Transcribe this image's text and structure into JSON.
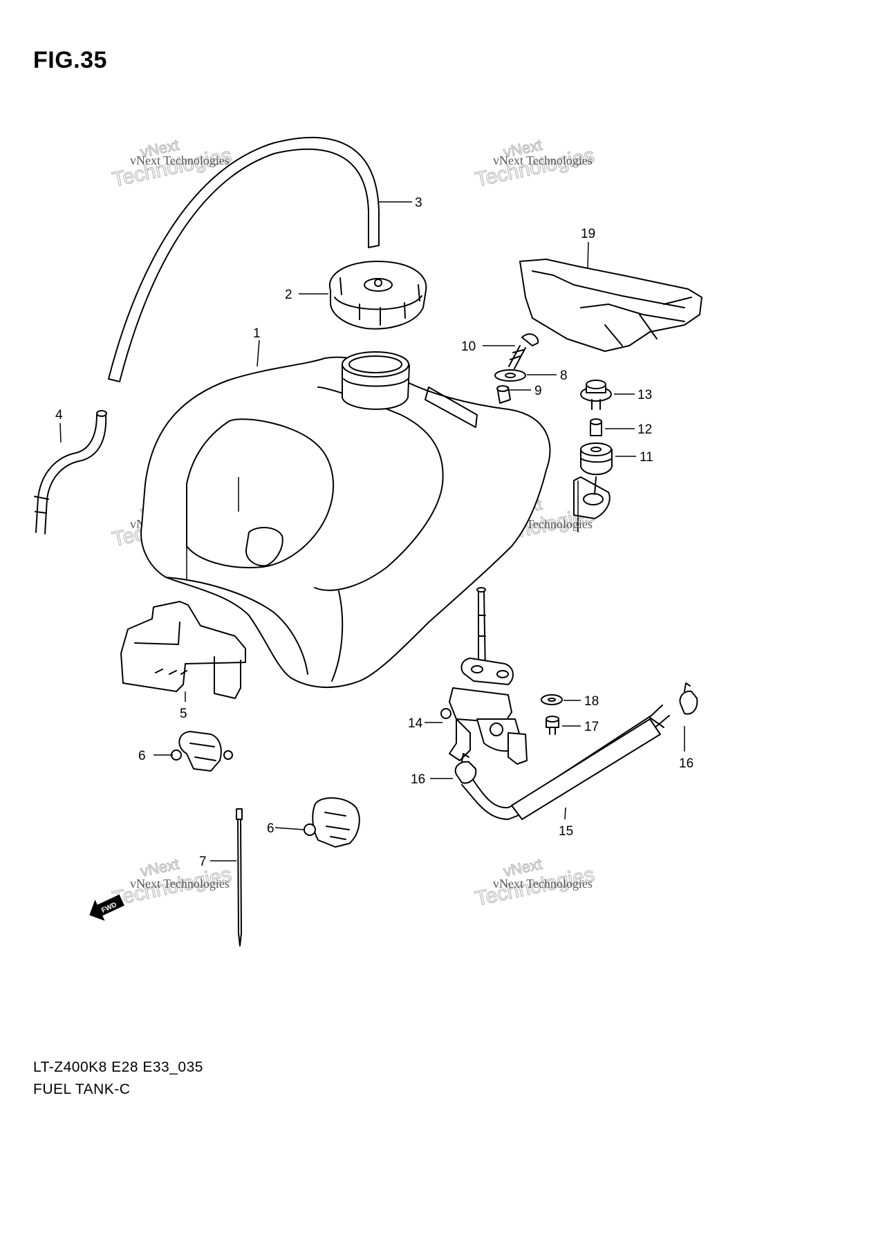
{
  "figure": {
    "title": "FIG.35",
    "model_code": "LT-Z400K8 E28 E33_035",
    "section_name": "FUEL TANK-C"
  },
  "watermark": {
    "line_small": "vNext Technologies",
    "line_outline_1": "Technologies",
    "line_outline_2": "vNext"
  },
  "direction_badge": "FWD",
  "callouts": [
    "1",
    "2",
    "3",
    "4",
    "5",
    "6",
    "6",
    "7",
    "8",
    "9",
    "10",
    "11",
    "12",
    "13",
    "14",
    "15",
    "16",
    "16",
    "17",
    "18",
    "19"
  ]
}
